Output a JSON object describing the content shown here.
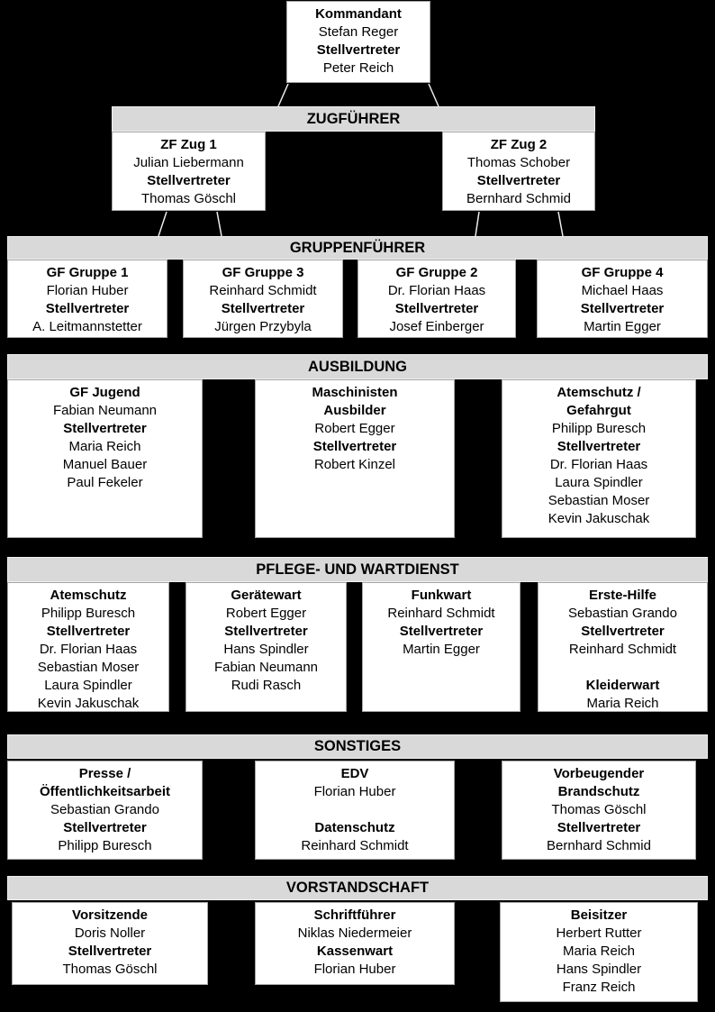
{
  "colors": {
    "background": "#000000",
    "section_header_bg": "#d9d9d9",
    "box_bg": "#ffffff",
    "text": "#000000",
    "connector_line": "#ececec"
  },
  "kommandant": {
    "lines": [
      {
        "text": "Kommandant",
        "bold": true
      },
      {
        "text": "Stefan Reger",
        "bold": false
      },
      {
        "text": "Stellvertreter",
        "bold": true
      },
      {
        "text": "Peter Reich",
        "bold": false
      }
    ]
  },
  "sections": [
    {
      "header": "ZUGFÜHRER",
      "boxes": [
        {
          "lines": [
            {
              "text": "ZF Zug 1",
              "bold": true
            },
            {
              "text": "Julian Liebermann",
              "bold": false
            },
            {
              "text": "Stellvertreter",
              "bold": true
            },
            {
              "text": "Thomas Göschl",
              "bold": false
            }
          ]
        },
        {
          "lines": [
            {
              "text": "ZF Zug 2",
              "bold": true
            },
            {
              "text": "Thomas Schober",
              "bold": false
            },
            {
              "text": "Stellvertreter",
              "bold": true
            },
            {
              "text": "Bernhard Schmid",
              "bold": false
            }
          ]
        }
      ]
    },
    {
      "header": "GRUPPENFÜHRER",
      "boxes": [
        {
          "lines": [
            {
              "text": "GF Gruppe 1",
              "bold": true
            },
            {
              "text": "Florian Huber",
              "bold": false
            },
            {
              "text": "Stellvertreter",
              "bold": true
            },
            {
              "text": "A. Leitmannstetter",
              "bold": false
            }
          ]
        },
        {
          "lines": [
            {
              "text": "GF Gruppe 3",
              "bold": true
            },
            {
              "text": "Reinhard Schmidt",
              "bold": false
            },
            {
              "text": "Stellvertreter",
              "bold": true
            },
            {
              "text": "Jürgen Przybyla",
              "bold": false
            }
          ]
        },
        {
          "lines": [
            {
              "text": "GF Gruppe 2",
              "bold": true
            },
            {
              "text": "Dr. Florian Haas",
              "bold": false
            },
            {
              "text": "Stellvertreter",
              "bold": true
            },
            {
              "text": "Josef Einberger",
              "bold": false
            }
          ]
        },
        {
          "lines": [
            {
              "text": "GF Gruppe 4",
              "bold": true
            },
            {
              "text": "Michael Haas",
              "bold": false
            },
            {
              "text": "Stellvertreter",
              "bold": true
            },
            {
              "text": "Martin Egger",
              "bold": false
            }
          ]
        }
      ]
    },
    {
      "header": "AUSBILDUNG",
      "boxes": [
        {
          "lines": [
            {
              "text": "GF Jugend",
              "bold": true
            },
            {
              "text": "Fabian Neumann",
              "bold": false
            },
            {
              "text": "Stellvertreter",
              "bold": true
            },
            {
              "text": "Maria Reich",
              "bold": false
            },
            {
              "text": "Manuel Bauer",
              "bold": false
            },
            {
              "text": "Paul Fekeler",
              "bold": false
            }
          ]
        },
        {
          "lines": [
            {
              "text": "Maschinisten",
              "bold": true
            },
            {
              "text": "Ausbilder",
              "bold": true
            },
            {
              "text": "Robert Egger",
              "bold": false
            },
            {
              "text": "Stellvertreter",
              "bold": true
            },
            {
              "text": "Robert Kinzel",
              "bold": false
            }
          ]
        },
        {
          "lines": [
            {
              "text": "Atemschutz /",
              "bold": true
            },
            {
              "text": "Gefahrgut",
              "bold": true
            },
            {
              "text": "Philipp Buresch",
              "bold": false
            },
            {
              "text": "Stellvertreter",
              "bold": true
            },
            {
              "text": "Dr. Florian Haas",
              "bold": false
            },
            {
              "text": "Laura Spindler",
              "bold": false
            },
            {
              "text": "Sebastian Moser",
              "bold": false
            },
            {
              "text": "Kevin Jakuschak",
              "bold": false
            }
          ]
        }
      ]
    },
    {
      "header": "PFLEGE- UND WARTDIENST",
      "boxes": [
        {
          "lines": [
            {
              "text": "Atemschutz",
              "bold": true
            },
            {
              "text": "Philipp Buresch",
              "bold": false
            },
            {
              "text": "Stellvertreter",
              "bold": true
            },
            {
              "text": "Dr. Florian Haas",
              "bold": false
            },
            {
              "text": "Sebastian Moser",
              "bold": false
            },
            {
              "text": "Laura Spindler",
              "bold": false
            },
            {
              "text": "Kevin Jakuschak",
              "bold": false
            }
          ]
        },
        {
          "lines": [
            {
              "text": "Gerätewart",
              "bold": true
            },
            {
              "text": "Robert Egger",
              "bold": false
            },
            {
              "text": "Stellvertreter",
              "bold": true
            },
            {
              "text": "Hans Spindler",
              "bold": false
            },
            {
              "text": "Fabian Neumann",
              "bold": false
            },
            {
              "text": "Rudi Rasch",
              "bold": false
            }
          ]
        },
        {
          "lines": [
            {
              "text": "Funkwart",
              "bold": true
            },
            {
              "text": "Reinhard Schmidt",
              "bold": false
            },
            {
              "text": "Stellvertreter",
              "bold": true
            },
            {
              "text": "Martin Egger",
              "bold": false
            }
          ]
        },
        {
          "lines": [
            {
              "text": "Erste-Hilfe",
              "bold": true
            },
            {
              "text": "Sebastian Grando",
              "bold": false
            },
            {
              "text": "Stellvertreter",
              "bold": true
            },
            {
              "text": "Reinhard Schmidt",
              "bold": false
            },
            {
              "text": "",
              "bold": false
            },
            {
              "text": "Kleiderwart",
              "bold": true
            },
            {
              "text": "Maria Reich",
              "bold": false
            }
          ]
        }
      ]
    },
    {
      "header": "SONSTIGES",
      "boxes": [
        {
          "lines": [
            {
              "text": "Presse /",
              "bold": true
            },
            {
              "text": "Öffentlichkeitsarbeit",
              "bold": true
            },
            {
              "text": "Sebastian Grando",
              "bold": false
            },
            {
              "text": "Stellvertreter",
              "bold": true
            },
            {
              "text": "Philipp Buresch",
              "bold": false
            }
          ]
        },
        {
          "lines": [
            {
              "text": "EDV",
              "bold": true
            },
            {
              "text": "Florian Huber",
              "bold": false
            },
            {
              "text": "",
              "bold": false
            },
            {
              "text": "Datenschutz",
              "bold": true
            },
            {
              "text": "Reinhard Schmidt",
              "bold": false
            }
          ]
        },
        {
          "lines": [
            {
              "text": "Vorbeugender",
              "bold": true
            },
            {
              "text": "Brandschutz",
              "bold": true
            },
            {
              "text": "Thomas Göschl",
              "bold": false
            },
            {
              "text": "Stellvertreter",
              "bold": true
            },
            {
              "text": "Bernhard Schmid",
              "bold": false
            }
          ]
        }
      ]
    },
    {
      "header": "VORSTANDSCHAFT",
      "boxes": [
        {
          "lines": [
            {
              "text": "Vorsitzende",
              "bold": true
            },
            {
              "text": "Doris Noller",
              "bold": false
            },
            {
              "text": "Stellvertreter",
              "bold": true
            },
            {
              "text": "Thomas Göschl",
              "bold": false
            }
          ]
        },
        {
          "lines": [
            {
              "text": "Schriftführer",
              "bold": true
            },
            {
              "text": "Niklas Niedermeier",
              "bold": false
            },
            {
              "text": "Kassenwart",
              "bold": true
            },
            {
              "text": "Florian Huber",
              "bold": false
            }
          ]
        },
        {
          "lines": [
            {
              "text": "Beisitzer",
              "bold": true
            },
            {
              "text": "Herbert Rutter",
              "bold": false
            },
            {
              "text": "Maria Reich",
              "bold": false
            },
            {
              "text": "Hans Spindler",
              "bold": false
            },
            {
              "text": "Franz Reich",
              "bold": false
            }
          ]
        }
      ]
    }
  ]
}
